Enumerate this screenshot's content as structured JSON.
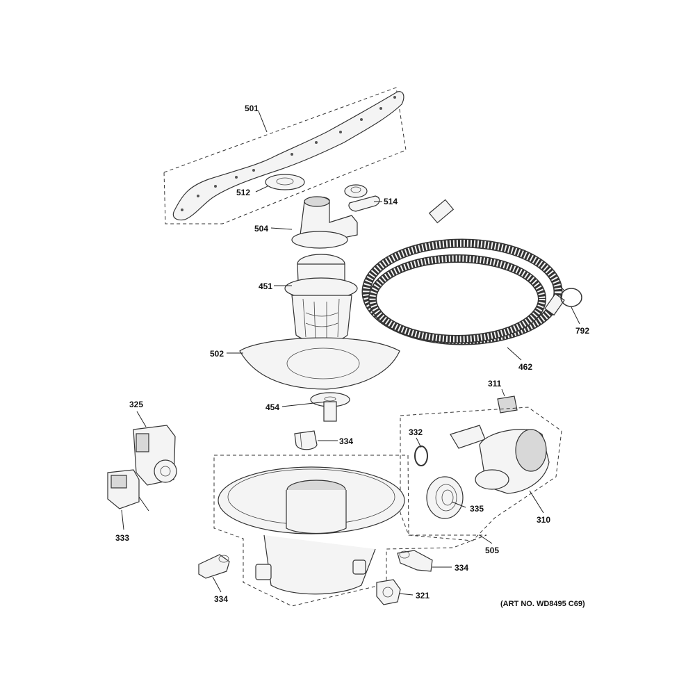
{
  "parts": [
    {
      "id": "p501",
      "number": "501"
    },
    {
      "id": "p512",
      "number": "512"
    },
    {
      "id": "p514",
      "number": "514"
    },
    {
      "id": "p504",
      "number": "504"
    },
    {
      "id": "p451",
      "number": "451"
    },
    {
      "id": "p792",
      "number": "792"
    },
    {
      "id": "p462",
      "number": "462"
    },
    {
      "id": "p502",
      "number": "502"
    },
    {
      "id": "p311",
      "number": "311"
    },
    {
      "id": "p454",
      "number": "454"
    },
    {
      "id": "p325",
      "number": "325"
    },
    {
      "id": "p334a",
      "number": "334"
    },
    {
      "id": "p332",
      "number": "332"
    },
    {
      "id": "p310",
      "number": "310"
    },
    {
      "id": "p335",
      "number": "335"
    },
    {
      "id": "p333",
      "number": "333"
    },
    {
      "id": "p505",
      "number": "505"
    },
    {
      "id": "p334b",
      "number": "334"
    },
    {
      "id": "p334c",
      "number": "334"
    },
    {
      "id": "p321",
      "number": "321"
    }
  ],
  "art_number": "(ART NO. WD8495 C69)"
}
